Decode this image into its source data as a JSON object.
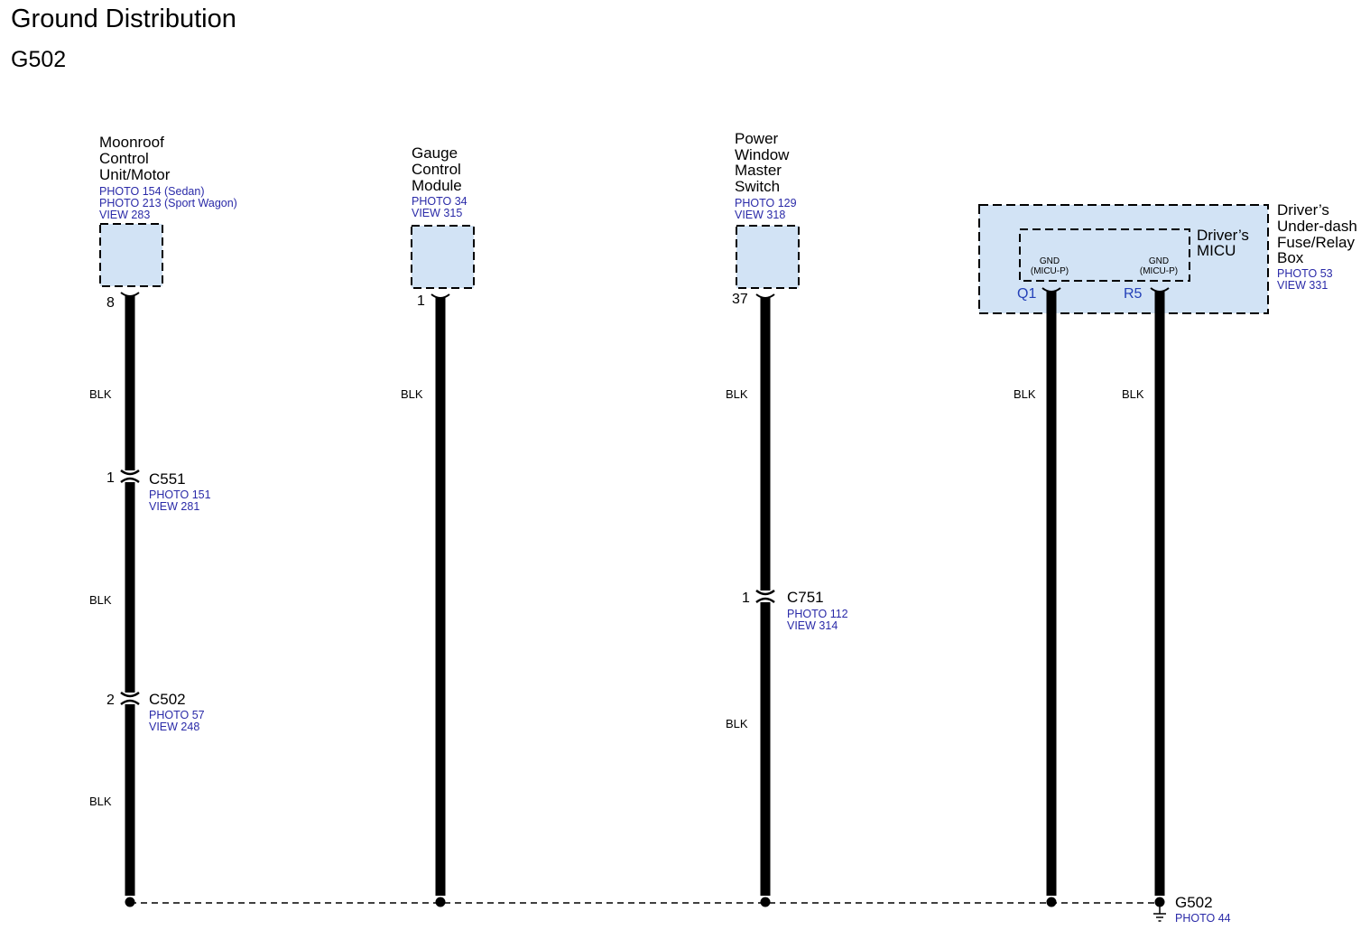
{
  "title": "Ground Distribution",
  "subtitle": "G502",
  "colors": {
    "component_fill": "#d2e3f5",
    "reference_text": "#2a2aa8",
    "pin_blue": "#2340b8",
    "wire": "#000000"
  },
  "components": {
    "moonroof": {
      "name_lines": [
        "Moonroof",
        "Control",
        "Unit/Motor"
      ],
      "refs": [
        "PHOTO 154 (Sedan)",
        "PHOTO 213 (Sport Wagon)",
        "VIEW 283"
      ],
      "pin": "8"
    },
    "gauge": {
      "name_lines": [
        "Gauge",
        "Control",
        "Module"
      ],
      "refs": [
        "PHOTO 34",
        "VIEW 315"
      ],
      "pin": "1"
    },
    "power_window": {
      "name_lines": [
        "Power",
        "Window",
        "Master",
        "Switch"
      ],
      "refs": [
        "PHOTO 129",
        "VIEW 318"
      ],
      "pin": "37"
    },
    "fuse_box": {
      "name_lines": [
        "Driver’s",
        "Under-dash",
        "Fuse/Relay",
        "Box"
      ],
      "refs": [
        "PHOTO 53",
        "VIEW 331"
      ],
      "micu": {
        "name_lines": [
          "Driver’s",
          "MICU"
        ],
        "gnd_left": [
          "GND",
          "(MICU-P)"
        ],
        "gnd_right": [
          "GND",
          "(MICU-P)"
        ],
        "pin_left": "Q1",
        "pin_right": "R5"
      }
    }
  },
  "wires": {
    "color_label": "BLK"
  },
  "connectors": {
    "c551": {
      "name": "C551",
      "pin": "1",
      "refs": [
        "PHOTO 151",
        "VIEW 281"
      ]
    },
    "c502": {
      "name": "C502",
      "pin": "2",
      "refs": [
        "PHOTO 57",
        "VIEW 248"
      ]
    },
    "c751": {
      "name": "C751",
      "pin": "1",
      "refs": [
        "PHOTO 112",
        "VIEW 314"
      ]
    }
  },
  "ground": {
    "name": "G502",
    "ref": "PHOTO 44"
  }
}
